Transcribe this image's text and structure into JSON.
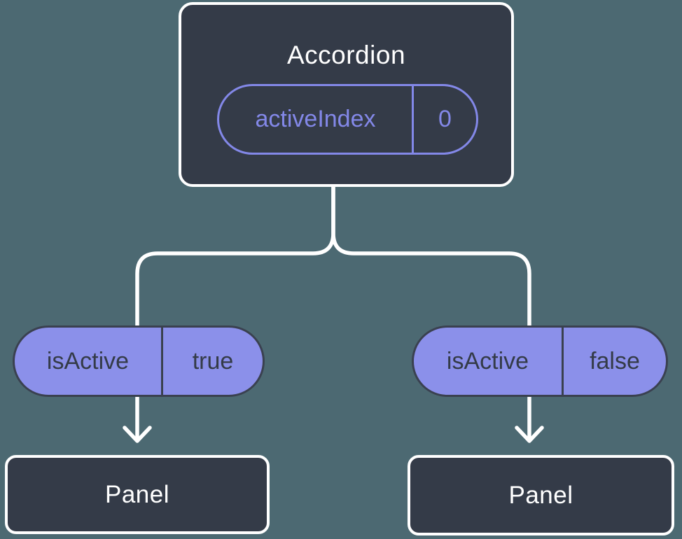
{
  "diagram": {
    "root": {
      "title": "Accordion",
      "prop": {
        "name": "activeIndex",
        "value": "0"
      }
    },
    "children": [
      {
        "prop": {
          "name": "isActive",
          "value": "true"
        },
        "node_label": "Panel"
      },
      {
        "prop": {
          "name": "isActive",
          "value": "false"
        },
        "node_label": "Panel"
      }
    ]
  },
  "colors": {
    "background": "#4C6972",
    "node_fill": "#343B48",
    "node_border": "#FFFFFF",
    "accent_purple": "#8388E8",
    "pill_fill": "#8B90EA",
    "pill_border": "#3A4150",
    "pill_text": "#343B48",
    "connector": "#FFFFFF"
  }
}
